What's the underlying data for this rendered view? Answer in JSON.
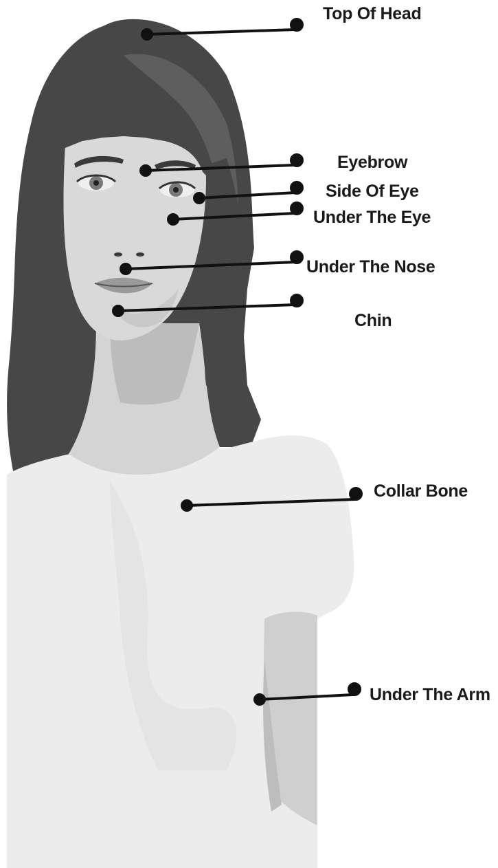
{
  "diagram": {
    "points": [
      {
        "id": "top-of-head",
        "label": "Top Of Head"
      },
      {
        "id": "eyebrow",
        "label": "Eyebrow"
      },
      {
        "id": "side-of-eye",
        "label": "Side Of Eye"
      },
      {
        "id": "under-the-eye",
        "label": "Under The Eye"
      },
      {
        "id": "under-the-nose",
        "label": "Under The Nose"
      },
      {
        "id": "chin",
        "label": "Chin"
      },
      {
        "id": "collar-bone",
        "label": "Collar Bone"
      },
      {
        "id": "under-the-arm",
        "label": "Under The Arm"
      }
    ]
  },
  "colors": {
    "hair": "#474747",
    "hair_highlight": "#5e5e5e",
    "skin": "#d9d9d9",
    "skin_shadow": "#c4c4c4",
    "shirt": "#ececec",
    "shirt_shadow": "#e2e2e2",
    "pointer": "#111111",
    "label": "#1a1a1a"
  }
}
